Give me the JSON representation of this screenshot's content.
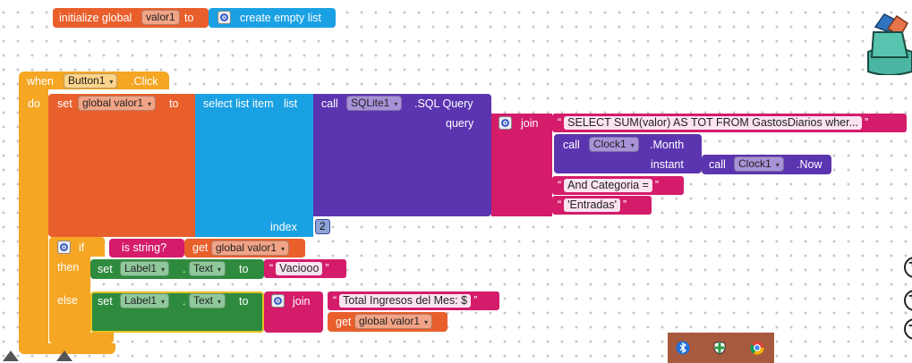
{
  "colors": {
    "variables": "#e95f2c",
    "control": "#f5a623",
    "lists": "#1aa1e3",
    "components": "#5b35b0",
    "text": "#d41c6b",
    "component_props": "#2e8b3d",
    "canvas_bg": "#ffffff",
    "tray": "#a85a3f"
  },
  "init_block": {
    "prefix": "initialize global",
    "var_name": "valor1",
    "to": "to",
    "value": "create empty list"
  },
  "event_block": {
    "when": "when",
    "component": "Button1",
    "event": ".Click",
    "do": "do"
  },
  "set_global": {
    "set": "set",
    "var": "global valor1",
    "to": "to"
  },
  "select_list": {
    "label": "select list item",
    "list": "list",
    "index": "index",
    "index_value": "2"
  },
  "sql_call": {
    "call": "call",
    "component": "SQLite1",
    "method": ".SQL Query",
    "param": "query"
  },
  "join1": {
    "label": "join",
    "str1": "SELECT SUM(valor) AS TOT FROM GastosDiarios wher...",
    "str2": "And Categoria =",
    "str3": "'Entradas'"
  },
  "clock_month": {
    "call": "call",
    "component": "Clock1",
    "method": ".Month",
    "param": "instant"
  },
  "clock_now": {
    "call": "call",
    "component": "Clock1",
    "method": ".Now"
  },
  "if_block": {
    "if": "if",
    "then": "then",
    "else": "else",
    "test": "is string?",
    "get": "get",
    "get_var": "global valor1"
  },
  "then_set": {
    "set": "set",
    "component": "Label1",
    "dot": ".",
    "prop": "Text",
    "to": "to",
    "value": "Vaciooo"
  },
  "else_set": {
    "set": "set",
    "component": "Label1",
    "dot": ".",
    "prop": "Text",
    "to": "to",
    "join": "join",
    "str": "Total Ingresos del Mes: $",
    "get": "get",
    "get_var": "global valor1"
  },
  "taskbar_icons": [
    "bluetooth-icon",
    "defender-shield-icon",
    "chrome-icon"
  ],
  "zoom_controls": [
    "+",
    "-"
  ]
}
